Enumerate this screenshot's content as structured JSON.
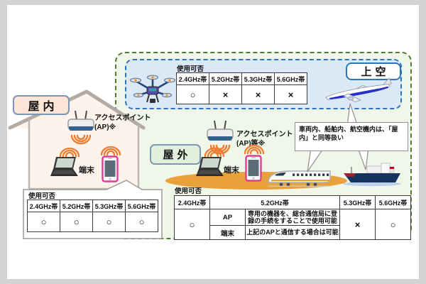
{
  "badges": {
    "indoor": "屋内",
    "outdoor": "屋外",
    "sky": "上空"
  },
  "sky": {
    "table": {
      "title": "使用可否",
      "headers": [
        "2.4GHz帯",
        "5.2GHz帯",
        "5.3GHz帯",
        "5.6GHz帯"
      ],
      "values": [
        "○",
        "×",
        "×",
        "×"
      ]
    }
  },
  "indoor": {
    "ap_label_line1": "アクセスポイント",
    "ap_label_line2": "(AP)※",
    "terminal_label": "端末",
    "table": {
      "title": "使用可否",
      "headers": [
        "2.4GHz帯",
        "5.2GHz帯",
        "5.3GHz帯",
        "5.6GHz帯"
      ],
      "values": [
        "○",
        "○",
        "○",
        "○"
      ]
    }
  },
  "outdoor": {
    "ap_label_line1": "アクセスポイント",
    "ap_label_line2": "(AP)等※",
    "terminal_label": "端末",
    "table": {
      "title": "使用可否",
      "headers": [
        "2.4GHz帯",
        "5.2GHz帯",
        "5.3GHz帯",
        "5.6GHz帯"
      ],
      "v24": "○",
      "ap_row_label": "AP",
      "ap_row_text": "専用の機器を、総合通信局に登録の手続をすることで使用可能",
      "terminal_row_label": "端末",
      "terminal_row_text": "上記のAPと通信する場合は可能",
      "v53": "×",
      "v56": "○"
    }
  },
  "callout": {
    "text": "車両内、船舶内、航空機内は、「屋内」と同等扱い"
  },
  "colors": {
    "sky_zone_border": "#2e75b6",
    "sky_zone_fill": "#dbe8f5",
    "outdoor_zone_border": "#4e7e2d",
    "outdoor_zone_fill": "#f0f7e9",
    "indoor_badge_fill": "#fbe5d6",
    "outdoor_badge_fill": "#e2efda",
    "ground_fill": "#e9a23b",
    "wifi_wave": "#ed7d31",
    "table_highlight_text": "#ff0000"
  }
}
